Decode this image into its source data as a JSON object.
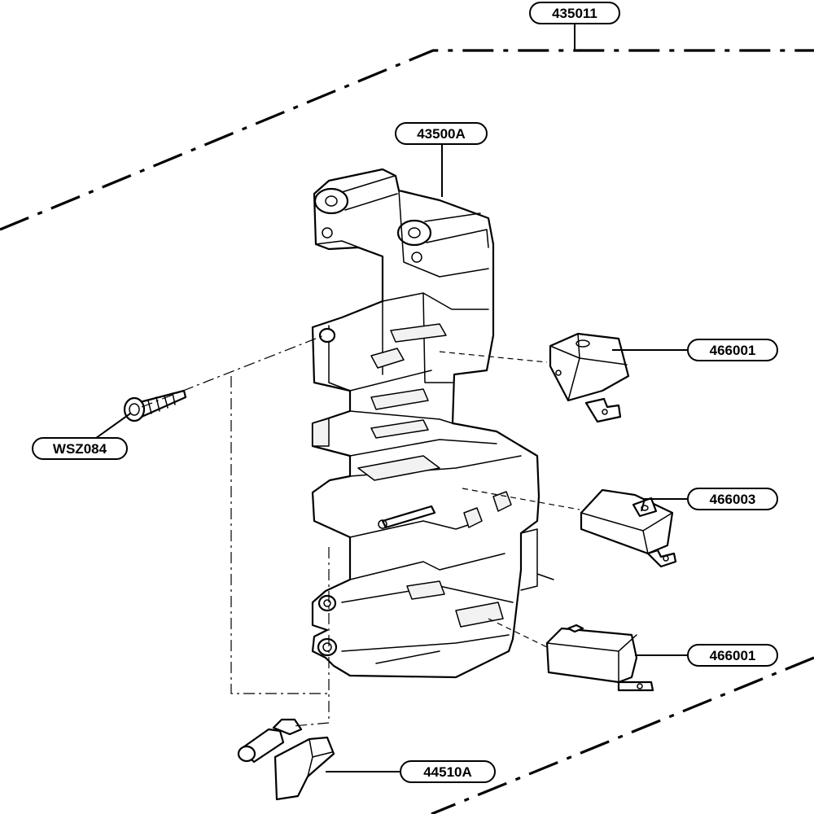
{
  "labels": {
    "assembly": "435011",
    "frame": "43500A",
    "switch_top": "466001",
    "switch_middle": "466003",
    "switch_bottom": "466001",
    "screw": "WSZ084",
    "lever": "44510A"
  }
}
